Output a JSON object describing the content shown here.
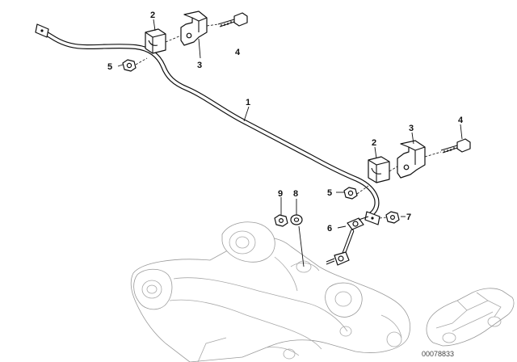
{
  "callouts": {
    "c1": "1",
    "c2a": "2",
    "c3a": "3",
    "c4a": "4",
    "c5a": "5",
    "c2b": "2",
    "c3b": "3",
    "c4b": "4",
    "c5b": "5",
    "c6": "6",
    "c7": "7",
    "c8": "8",
    "c9": "9"
  },
  "diagram_id": "00078833"
}
